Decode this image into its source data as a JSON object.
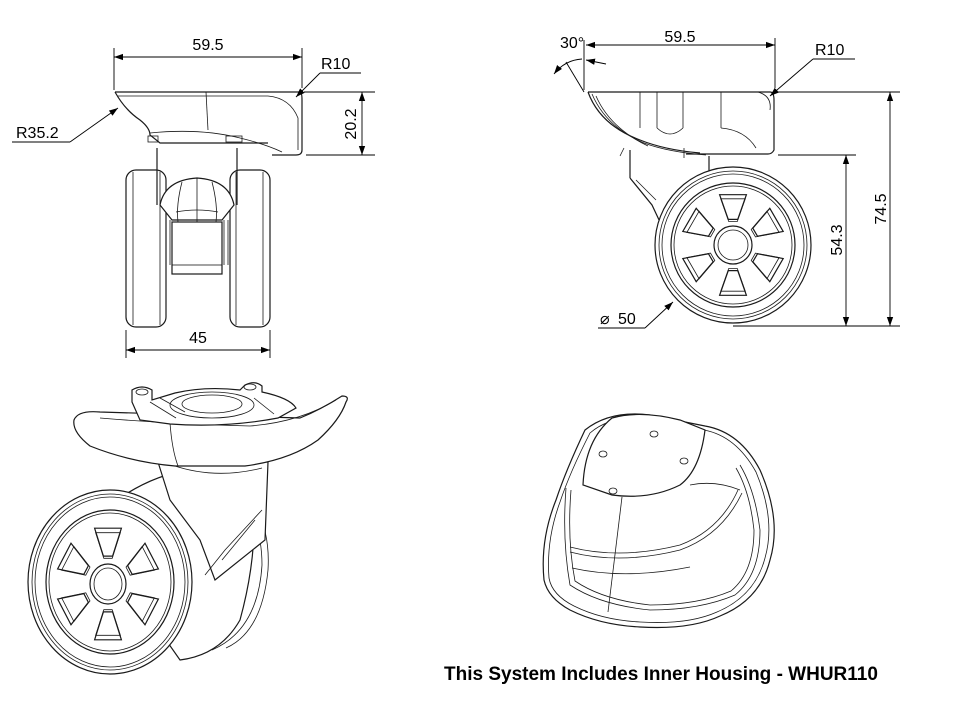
{
  "drawing": {
    "subject": "Luggage spinner wheel caster assembly",
    "front_view": {
      "dimensions": {
        "top_width": "59.5",
        "left_radius": "R35.2",
        "right_radius": "R10",
        "plate_height": "20.2",
        "wheel_span": "45"
      }
    },
    "side_view": {
      "dimensions": {
        "angle": "30°",
        "top_width": "59.5",
        "right_radius": "R10",
        "axle_height": "54.3",
        "total_height": "74.5",
        "wheel_diameter_symbol": "⌀",
        "wheel_diameter": "50"
      }
    },
    "iso_view": {
      "label": "isometric-caster"
    },
    "housing_view": {
      "label": "inner-housing"
    }
  },
  "caption": "This System Includes Inner Housing - WHUR110",
  "colors": {
    "line": "#1a1a1a",
    "background": "#ffffff"
  }
}
